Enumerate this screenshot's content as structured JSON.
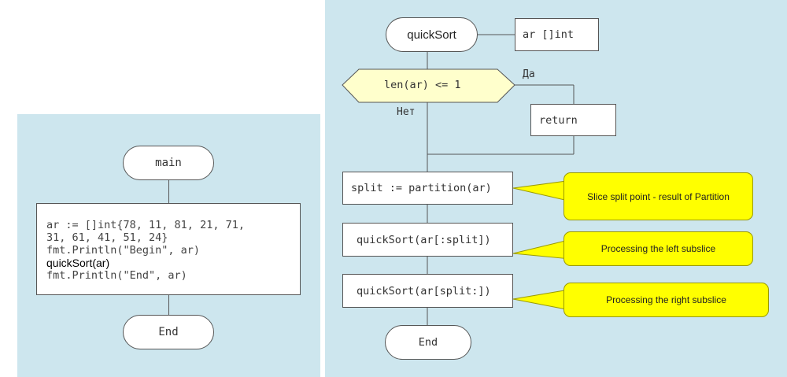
{
  "main_diagram": {
    "start_label": "main",
    "code_lines": [
      {
        "text": "ar := []int{78, 11, 81, 21, 71,",
        "style": "mono"
      },
      {
        "text": "31, 61, 41, 51, 24}",
        "style": "mono"
      },
      {
        "text": "fmt.Println(\"Begin\", ar)",
        "style": "mono"
      },
      {
        "text": "quickSort(ar)",
        "style": "sans"
      },
      {
        "text": "fmt.Println(\"End\", ar)",
        "style": "mono"
      }
    ],
    "end_label": "End"
  },
  "quicksort_diagram": {
    "start_label": "quickSort",
    "param_label": "ar []int",
    "condition_label": "len(ar) <= 1",
    "yes_label": "Да",
    "no_label": "Нет",
    "return_label": "return",
    "split_label": "split := partition(ar)",
    "left_call_label": "quickSort(ar[:split])",
    "right_call_label": "quickSort(ar[split:])",
    "end_label": "End"
  },
  "callouts": {
    "split_note": "Slice split point - result of Partition",
    "left_note": "Processing the left subslice",
    "right_note": "Processing the right subslice"
  },
  "colors": {
    "panel_background": "#cde6ee",
    "condition_fill": "#ffffcc",
    "callout_fill": "#ffff00"
  }
}
